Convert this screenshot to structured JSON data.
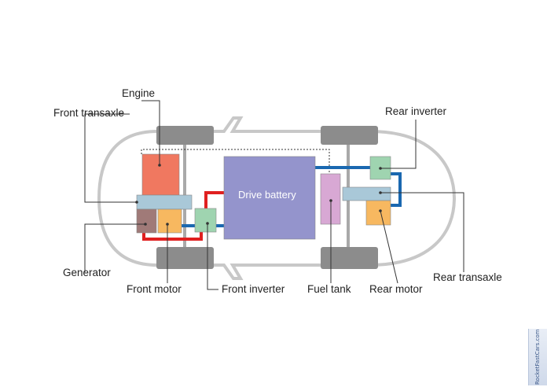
{
  "labels": {
    "engine": "Engine",
    "front_transaxle": "Front transaxle",
    "generator": "Generator",
    "front_motor": "Front motor",
    "front_inverter": "Front inverter",
    "drive_battery": "Drive battery",
    "fuel_tank": "Fuel tank",
    "rear_motor": "Rear motor",
    "rear_inverter": "Rear inverter",
    "rear_transaxle": "Rear transaxle"
  },
  "watermark": "RocketFastCars.com",
  "colors": {
    "car_outline": "#c8c8c8",
    "wheel": "#8c8c8c",
    "axle": "#a9a9a9",
    "engine": "#f07860",
    "transaxle": "#a9c8d8",
    "generator": "#a07a78",
    "motor": "#f7b860",
    "inverter": "#9fd4b0",
    "battery": "#9494cc",
    "fuel_tank": "#d8a8d4",
    "high_voltage": "#e02020",
    "low_voltage": "#1a68b0",
    "leader_line": "#333333"
  }
}
